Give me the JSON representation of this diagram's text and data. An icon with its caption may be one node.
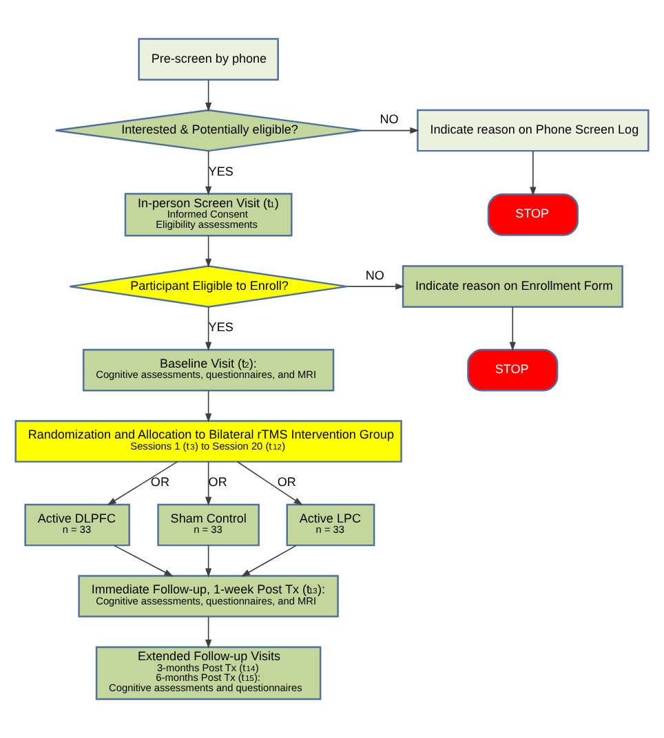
{
  "diagram": {
    "nodes": [
      {
        "text": [
          "Pre-screen by phone"
        ]
      },
      {
        "text": [
          "Interested & Potentially eligible?"
        ]
      },
      {
        "text": [
          "Indicate reason on Phone Screen Log"
        ]
      },
      {
        "text": [
          "STOP"
        ]
      },
      {
        "text": [
          "In-person Screen Visit (t$_{1}$)",
          "Informed Consent",
          "Eligibility assessments"
        ]
      },
      {
        "text": [
          "Participant Eligible to Enroll?"
        ]
      },
      {
        "text": [
          "Indicate reason on Enrollment Form"
        ]
      },
      {
        "text": [
          "STOP"
        ]
      },
      {
        "text": [
          "Baseline Visit (t$_{2}$):",
          "Cognitive assessments, questionnaires, and MRI"
        ]
      },
      {
        "text": [
          "Randomization and Allocation to Bilateral rTMS Intervention Group",
          "Sessions 1 (t$_{3}$) to Session 20 (t$_{12}$)"
        ]
      },
      {
        "text": [
          "Active DLPFC",
          "n = 33"
        ]
      },
      {
        "text": [
          "Sham Control",
          "n = 33"
        ]
      },
      {
        "text": [
          "Active LPC",
          "n = 33"
        ]
      },
      {
        "text": [
          "Immediate Follow-up, 1-week Post Tx (t$_{13}$):",
          "Cognitive assessments, questionnaires, and MRI"
        ]
      },
      {
        "text": [
          "Extended Follow-up Visits",
          "3-months Post Tx (t$_{14}$)",
          "6-months Post Tx (t$_{15}$):",
          "Cognitive assessments and questionnaires"
        ]
      }
    ],
    "edges": [
      {
        "from": 0,
        "to": 1,
        "arrow": "to"
      },
      {
        "from": 1,
        "to": 2,
        "arrow": "to",
        "label": "NO"
      },
      {
        "from": 2,
        "to": 3,
        "arrow": "to"
      },
      {
        "from": 1,
        "to": 4,
        "arrow": "to",
        "label": "YES"
      },
      {
        "from": 4,
        "to": 5,
        "arrow": "to"
      },
      {
        "from": 5,
        "to": 6,
        "arrow": "to",
        "label": "NO"
      },
      {
        "from": 6,
        "to": 7,
        "arrow": "to"
      },
      {
        "from": 5,
        "to": 8,
        "arrow": "to",
        "label": "YES"
      },
      {
        "from": 8,
        "to": 9,
        "arrow": "to"
      },
      {
        "from": 9,
        "to": 10,
        "arrow": "to",
        "label": "OR"
      },
      {
        "from": 9,
        "to": 11,
        "arrow": "to",
        "label": "OR"
      },
      {
        "from": 9,
        "to": 12,
        "arrow": "to",
        "label": "OR"
      },
      {
        "from": 10,
        "to": 13,
        "arrow": "to"
      },
      {
        "from": 11,
        "to": 13,
        "arrow": "to"
      },
      {
        "from": 12,
        "to": 13,
        "arrow": "to"
      },
      {
        "from": 13,
        "to": 14,
        "arrow": "to"
      }
    ]
  }
}
